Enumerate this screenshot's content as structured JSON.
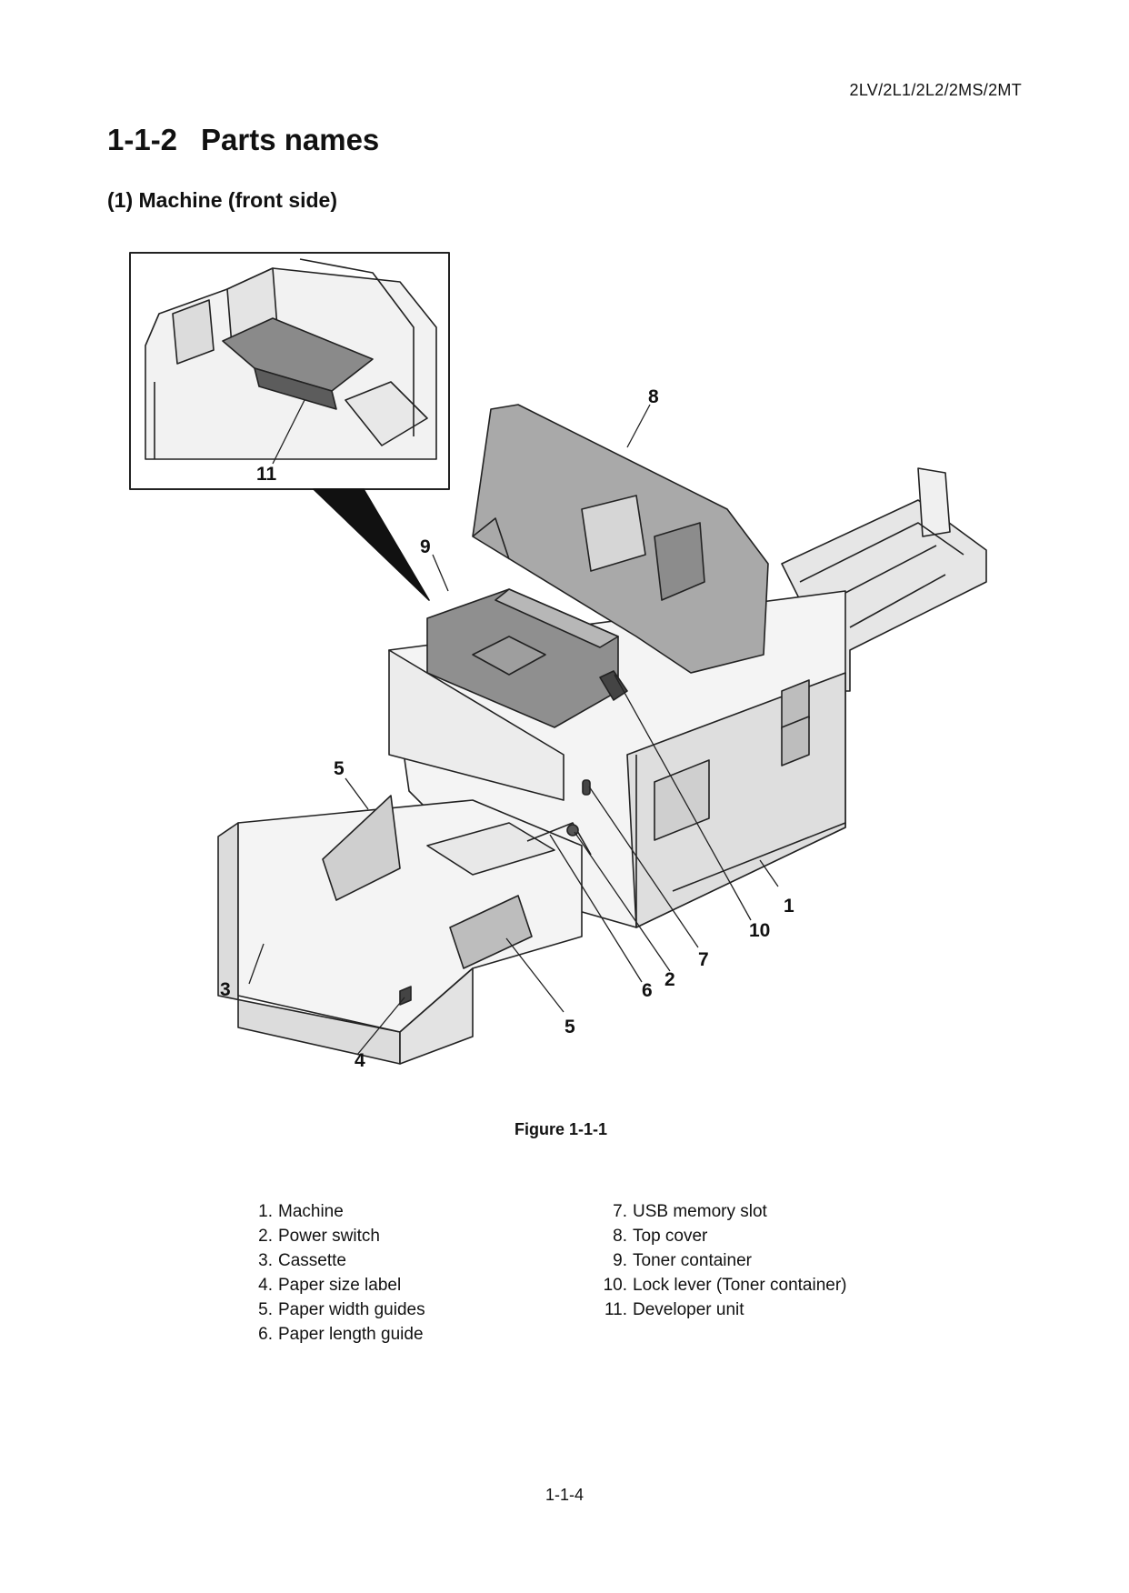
{
  "header": {
    "model_code": "2LV/2L1/2L2/2MS/2MT"
  },
  "section": {
    "number": "1-1-2",
    "title": "Parts names"
  },
  "subsection": {
    "title": "(1) Machine (front side)"
  },
  "figure": {
    "caption": "Figure 1-1-1",
    "callouts": {
      "c1": "1",
      "c2": "2",
      "c3": "3",
      "c4": "4",
      "c5a": "5",
      "c5b": "5",
      "c6": "6",
      "c7": "7",
      "c8": "8",
      "c9": "9",
      "c10": "10",
      "c11": "11"
    }
  },
  "parts_list": {
    "left": [
      {
        "num": "1.",
        "label": "Machine"
      },
      {
        "num": "2.",
        "label": "Power switch"
      },
      {
        "num": "3.",
        "label": "Cassette"
      },
      {
        "num": "4.",
        "label": "Paper size label"
      },
      {
        "num": "5.",
        "label": "Paper width guides"
      },
      {
        "num": "6.",
        "label": "Paper length guide"
      }
    ],
    "right": [
      {
        "num": "7.",
        "label": "USB memory slot"
      },
      {
        "num": "8.",
        "label": "Top cover"
      },
      {
        "num": "9.",
        "label": "Toner container"
      },
      {
        "num": "10.",
        "label": "Lock lever (Toner container)"
      },
      {
        "num": "11.",
        "label": "Developer unit"
      }
    ]
  },
  "footer": {
    "page_number": "1-1-4"
  }
}
